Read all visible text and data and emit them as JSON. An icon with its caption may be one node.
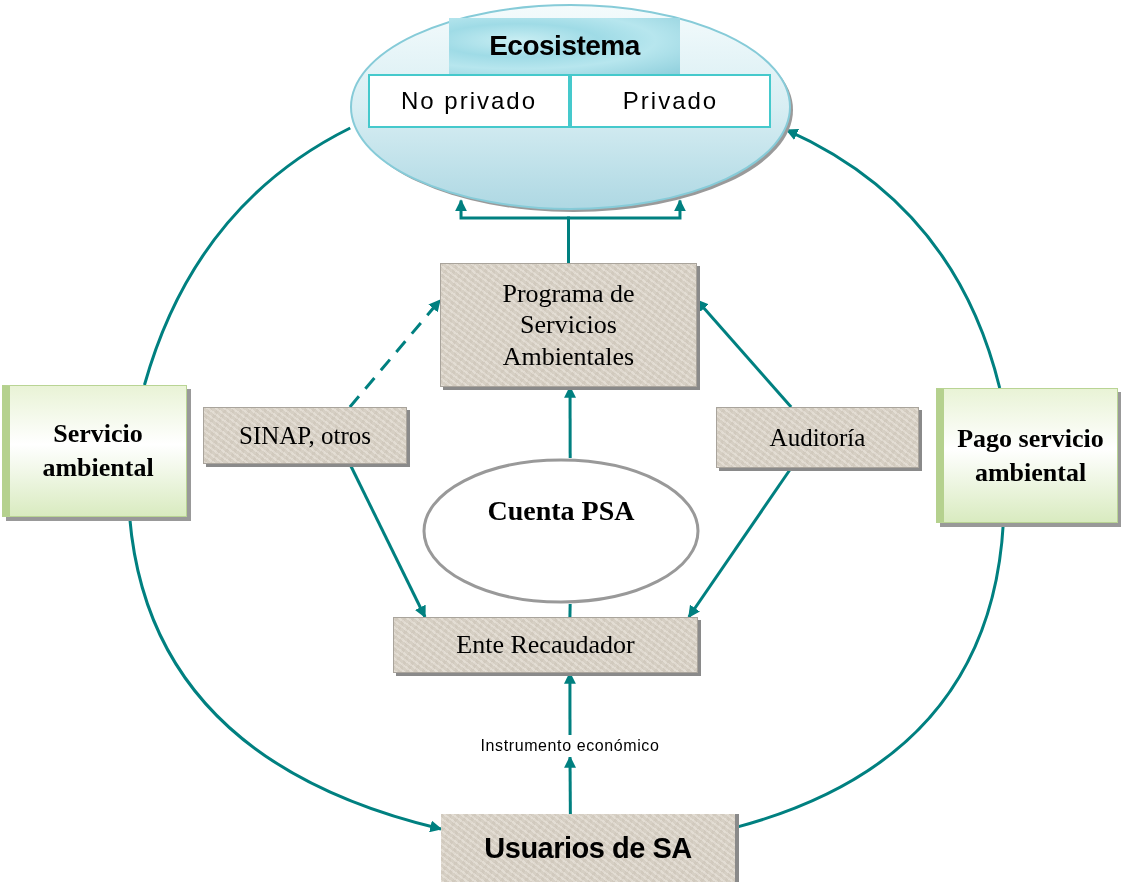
{
  "diagram": {
    "nodes": [
      {
        "text": [
          "Ecosistema"
        ]
      },
      {
        "text": [
          "No privado"
        ],
        "in": 0
      },
      {
        "text": [
          "Privado"
        ],
        "in": 0
      },
      {
        "text": [
          "Programa de Servicios Ambientales"
        ]
      },
      {
        "text": [
          "Servicio ambiental"
        ]
      },
      {
        "text": [
          "SINAP, otros"
        ]
      },
      {
        "text": [
          "Auditoría"
        ]
      },
      {
        "text": [
          "Pago servicio ambiental"
        ]
      },
      {
        "text": [
          "Cuenta PSA"
        ]
      },
      {
        "text": [
          "Ente Recaudador"
        ]
      },
      {
        "text": [
          "Instrumento económico"
        ]
      },
      {
        "text": [
          "Usuarios de SA"
        ]
      }
    ],
    "edges": [
      {
        "from": 3,
        "to": 0,
        "arrow": "to"
      },
      {
        "from": 3,
        "to": 0,
        "arrow": "to"
      },
      {
        "from": 0,
        "to": 4,
        "arrow": "none"
      },
      {
        "from": 4,
        "to": 11,
        "arrow": "to"
      },
      {
        "from": 11,
        "to": 7,
        "arrow": "none"
      },
      {
        "from": 7,
        "to": 0,
        "arrow": "to"
      },
      {
        "from": 5,
        "to": 3,
        "arrow": "to",
        "style": "dashed"
      },
      {
        "from": 6,
        "to": 3,
        "arrow": "to"
      },
      {
        "from": 8,
        "to": 3,
        "arrow": "to"
      },
      {
        "from": 5,
        "to": 9,
        "arrow": "to"
      },
      {
        "from": 6,
        "to": 9,
        "arrow": "to"
      },
      {
        "from": 8,
        "to": 9,
        "arrow": "none"
      },
      {
        "from": 11,
        "to": 10,
        "arrow": "to"
      },
      {
        "from": 10,
        "to": 9,
        "arrow": "to"
      }
    ]
  }
}
